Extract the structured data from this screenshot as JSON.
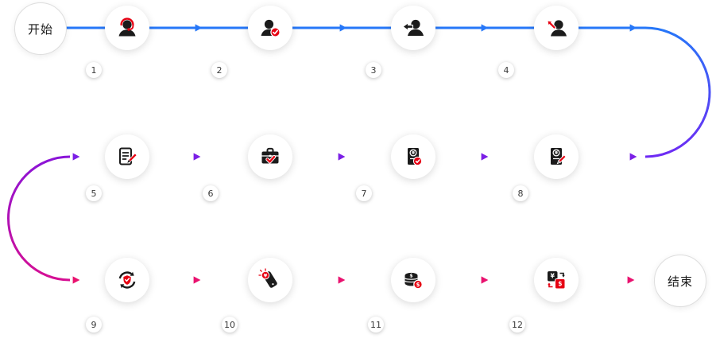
{
  "flow": {
    "start_label": "开始",
    "end_label": "结束",
    "glyphs": {
      "cny": "¥",
      "usd": "$"
    },
    "colors": {
      "blue": "#2677F8",
      "violet": "#6E2AF4",
      "purple": "#8A14D8",
      "purple_mid": "#7B1FE6",
      "magenta": "#D60F93",
      "pink_mid": "#E9126F",
      "rose": "#F8134F",
      "icon_black": "#1B1B1B",
      "icon_red": "#E60012"
    },
    "steps": [
      {
        "num": "1",
        "icon": "customer-service-icon"
      },
      {
        "num": "2",
        "icon": "user-verified-icon"
      },
      {
        "num": "3",
        "icon": "user-receive-icon"
      },
      {
        "num": "4",
        "icon": "user-return-icon"
      },
      {
        "num": "5",
        "icon": "form-fill-icon"
      },
      {
        "num": "6",
        "icon": "briefcase-confirm-icon"
      },
      {
        "num": "7",
        "icon": "payment-slip-check-icon"
      },
      {
        "num": "8",
        "icon": "payment-slip-sign-icon"
      },
      {
        "num": "9",
        "icon": "sync-protect-icon"
      },
      {
        "num": "10",
        "icon": "mobile-payment-icon"
      },
      {
        "num": "11",
        "icon": "coins-icon"
      },
      {
        "num": "12",
        "icon": "currency-exchange-icon"
      }
    ]
  }
}
